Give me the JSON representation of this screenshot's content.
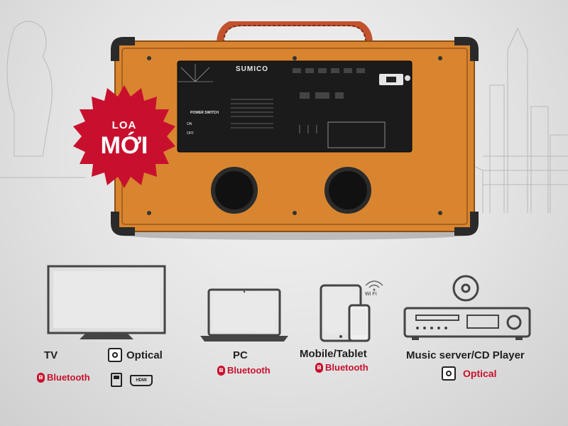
{
  "badge": {
    "line1": "LOA",
    "line2": "MỚI"
  },
  "speaker": {
    "brand": "SUMICO",
    "power_switch_label": "POWER SWITCH",
    "switch_on": "ON",
    "switch_off": "OFF"
  },
  "devices": [
    {
      "id": "tv",
      "label": "TV",
      "connections": [
        "Bluetooth",
        "Optical",
        "USB",
        "HDMI"
      ]
    },
    {
      "id": "pc",
      "label": "PC",
      "connections": [
        "Bluetooth"
      ]
    },
    {
      "id": "mobile",
      "label": "Mobile/Tablet",
      "connections": [
        "Bluetooth",
        "Wi-Fi"
      ]
    },
    {
      "id": "music",
      "label": "Music server/CD Player",
      "connections": [
        "Optical"
      ]
    }
  ],
  "labels": {
    "tv": "TV",
    "optical": "Optical",
    "bluetooth": "Bluetooth",
    "hdmi": "HDMI",
    "wifi": "Wi Fi",
    "pc": "PC",
    "mobile": "Mobile/Tablet",
    "music": "Music server/CD Player",
    "optical_red": "Optical"
  },
  "colors": {
    "cabinet": "#d9852f",
    "accent_red": "#c8102e",
    "panel": "#1b1b1b",
    "handle": "#c2532e"
  },
  "icons": [
    "tv-icon",
    "laptop-icon",
    "tablet-icon",
    "phone-icon",
    "cd-player-icon",
    "disc-icon",
    "wifi-icon",
    "bluetooth-icon",
    "optical-port-icon",
    "usb-icon",
    "hdmi-icon"
  ]
}
